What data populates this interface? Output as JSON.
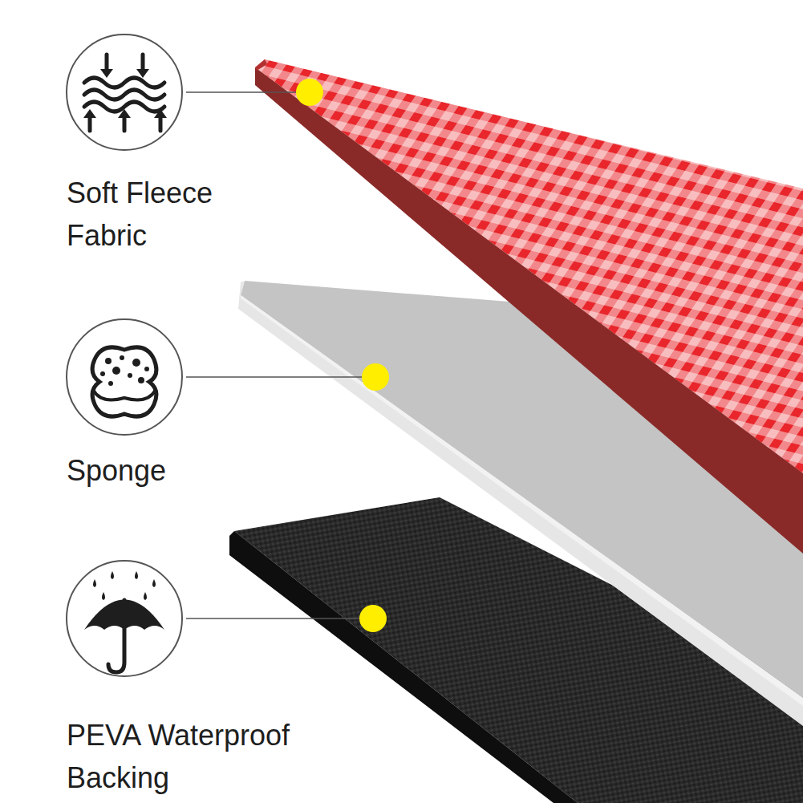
{
  "diagram": {
    "labels": [
      "Soft Fleece Fabric",
      "Sponge",
      "PEVA Waterproof Backing"
    ]
  }
}
